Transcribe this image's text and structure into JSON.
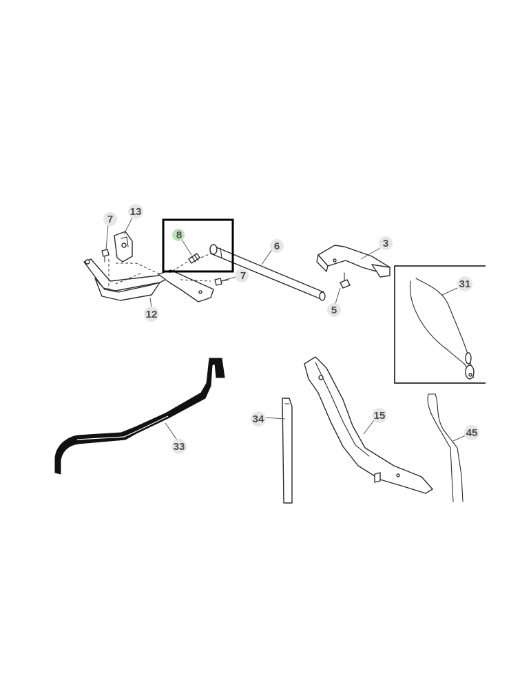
{
  "callouts": {
    "c7a": "7",
    "c13": "13",
    "c8": "8",
    "c6": "6",
    "c3": "3",
    "c7b": "7",
    "c12": "12",
    "c5": "5",
    "c31": "31",
    "c33": "33",
    "c34": "34",
    "c15": "15",
    "c45": "45"
  },
  "colors": {
    "highlight_callout": "#b9e4b6",
    "callout_bg": "#e6e6e6",
    "selection_box": "#000000"
  }
}
